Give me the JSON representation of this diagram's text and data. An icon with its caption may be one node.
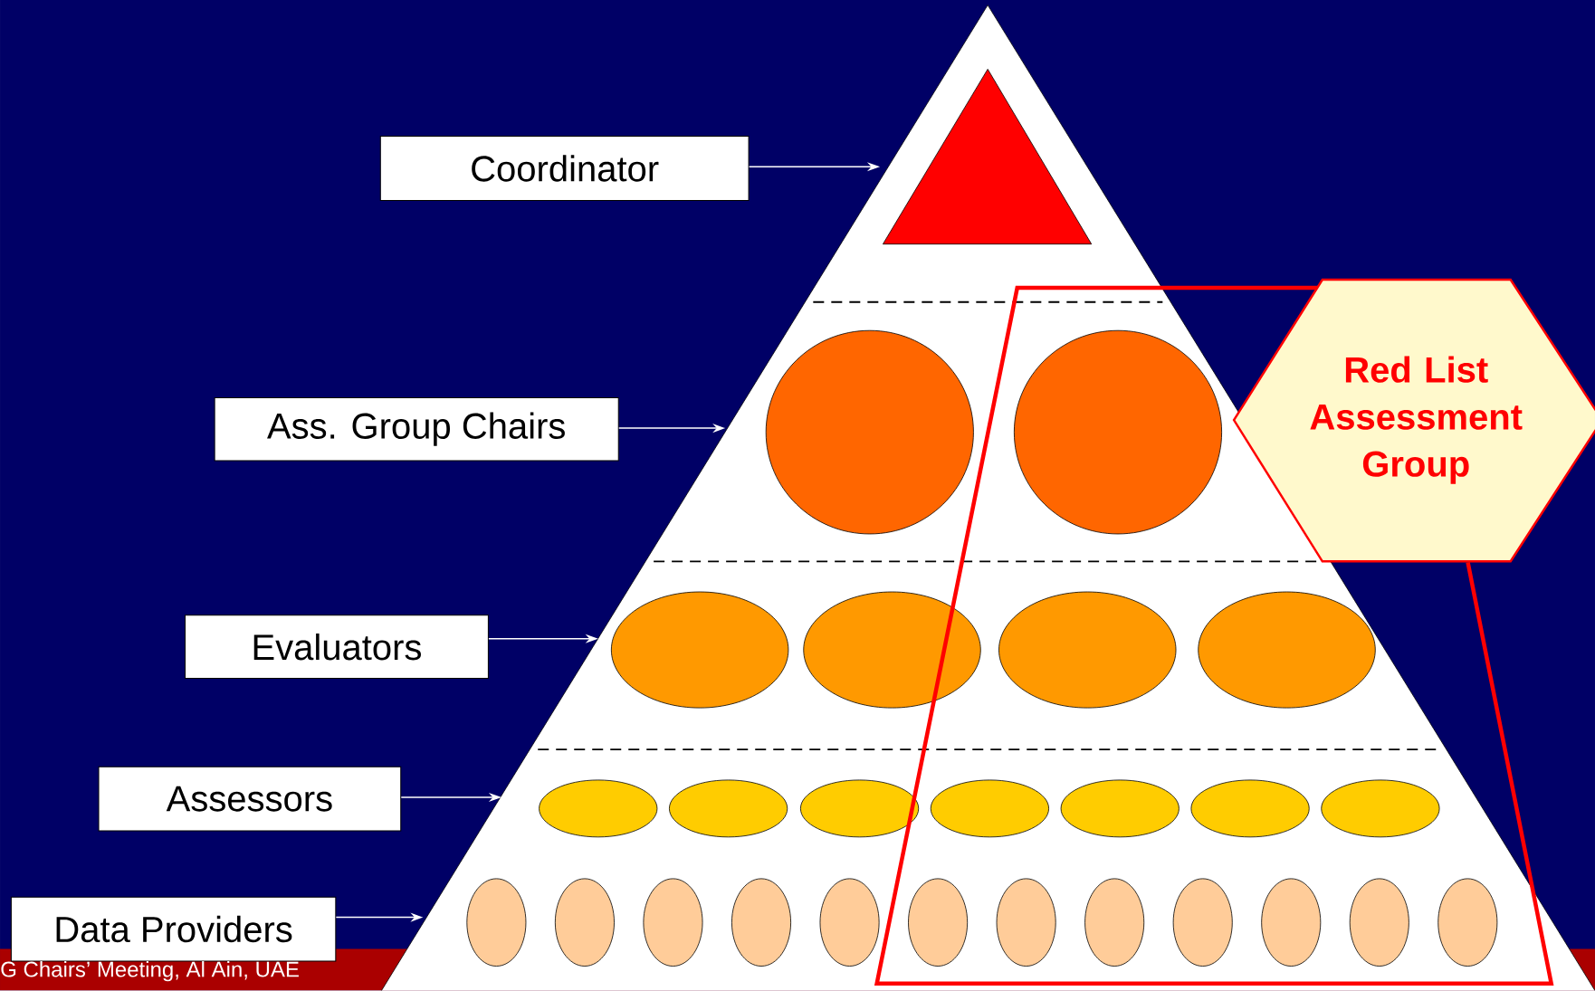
{
  "diagram": {
    "nodes": [
      {
        "text": [
          "Coordinator"
        ]
      },
      {
        "text": [
          "Ass. Group Chairs"
        ]
      },
      {
        "text": [
          "Evaluators"
        ]
      },
      {
        "text": [
          "Assessors"
        ]
      },
      {
        "text": [
          "Data Providers"
        ]
      },
      {
        "text": [
          "Red List Assessment Group"
        ]
      }
    ],
    "edges": [
      {
        "from": 0,
        "to": null,
        "arrow": "to"
      },
      {
        "from": 1,
        "to": null,
        "arrow": "to"
      },
      {
        "from": 2,
        "to": null,
        "arrow": "to"
      },
      {
        "from": 3,
        "to": null,
        "arrow": "to"
      },
      {
        "from": 4,
        "to": null,
        "arrow": "to"
      }
    ],
    "labels": [
      "G Chairs’ Meeting, Al Ain, UAE"
    ]
  }
}
